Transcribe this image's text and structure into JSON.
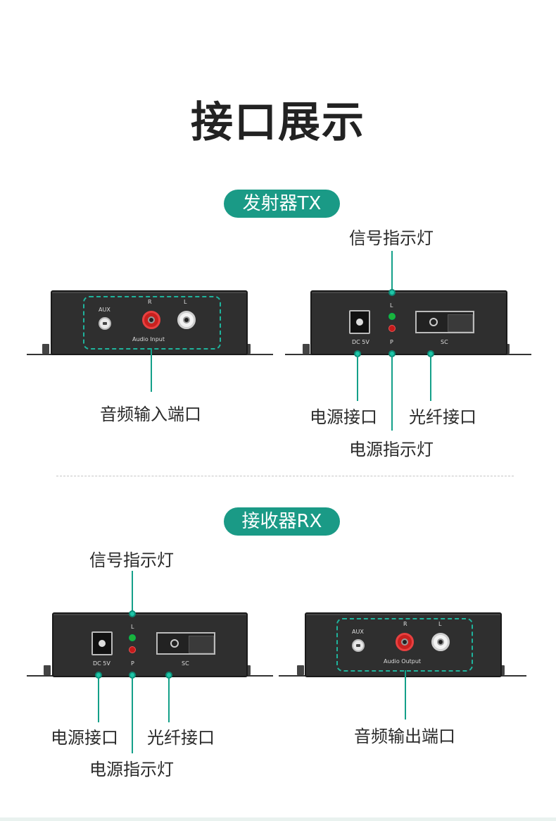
{
  "page": {
    "title": "接口展示"
  },
  "colors": {
    "accent": "#1a9a86",
    "lead_line": "#14a089",
    "device_body": "#2f2f2f"
  },
  "tx": {
    "section_label": "发射器TX",
    "front": {
      "aux_text": "AUX",
      "r_text": "R",
      "l_text": "L",
      "group_text": "Audio Input",
      "callout": "音频输入端口"
    },
    "back": {
      "dc_text": "DC 5V",
      "led_l_text": "L",
      "led_p_text": "P",
      "sc_text": "SC",
      "callout_signal": "信号指示灯",
      "callout_power_port": "电源接口",
      "callout_fiber": "光纤接口",
      "callout_power_led": "电源指示灯"
    }
  },
  "rx": {
    "section_label": "接收器RX",
    "back": {
      "dc_text": "DC 5V",
      "led_l_text": "L",
      "led_p_text": "P",
      "sc_text": "SC",
      "callout_signal": "信号指示灯",
      "callout_power_port": "电源接口",
      "callout_fiber": "光纤接口",
      "callout_power_led": "电源指示灯"
    },
    "front": {
      "aux_text": "AUX",
      "r_text": "R",
      "l_text": "L",
      "group_text": "Audio Output",
      "callout": "音频输出端口"
    }
  }
}
